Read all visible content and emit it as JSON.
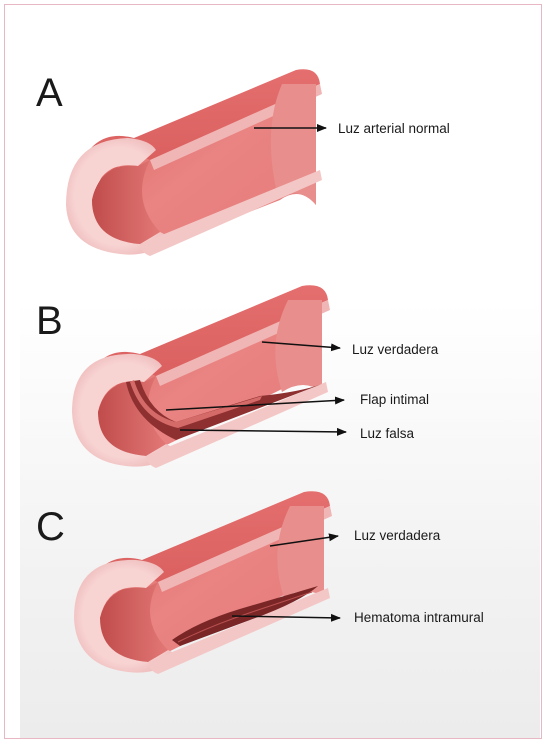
{
  "panels": [
    {
      "letter": "A",
      "labels": [
        "Luz arterial normal"
      ]
    },
    {
      "letter": "B",
      "labels": [
        "Luz verdadera",
        "Flap intimal",
        "Luz falsa"
      ]
    },
    {
      "letter": "C",
      "labels": [
        "Luz verdadera",
        "Hematoma intramural"
      ]
    }
  ],
  "colors": {
    "wall_outer": "#f2c0c0",
    "lumen": "#e47a78",
    "lumen_dark": "#c95a58",
    "top_wall": "#e16d6c",
    "false_lumen": "#8e2f30",
    "frame": "#e7b7c3"
  }
}
